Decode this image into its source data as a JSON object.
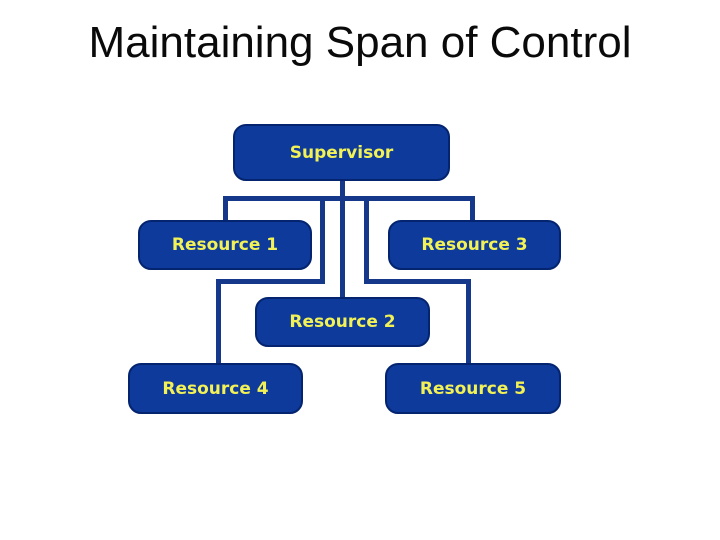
{
  "title": "Maintaining Span of Control",
  "diagram": {
    "type": "org-chart",
    "nodes": {
      "supervisor": {
        "label": "Supervisor"
      },
      "resource1": {
        "label": "Resource 1"
      },
      "resource2": {
        "label": "Resource 2"
      },
      "resource3": {
        "label": "Resource 3"
      },
      "resource4": {
        "label": "Resource 4"
      },
      "resource5": {
        "label": "Resource 5"
      }
    },
    "edges": [
      {
        "from": "Supervisor",
        "to": "Resource 1"
      },
      {
        "from": "Supervisor",
        "to": "Resource 2"
      },
      {
        "from": "Supervisor",
        "to": "Resource 3"
      },
      {
        "from": "Supervisor",
        "to": "Resource 4"
      },
      {
        "from": "Supervisor",
        "to": "Resource 5"
      }
    ]
  },
  "colors": {
    "background": "#ffffff",
    "box_fill": "#0d3a9b",
    "box_border": "#04246f",
    "box_text": "#f2f155",
    "line": "#16388a",
    "title_text": "#0a0a0a"
  }
}
